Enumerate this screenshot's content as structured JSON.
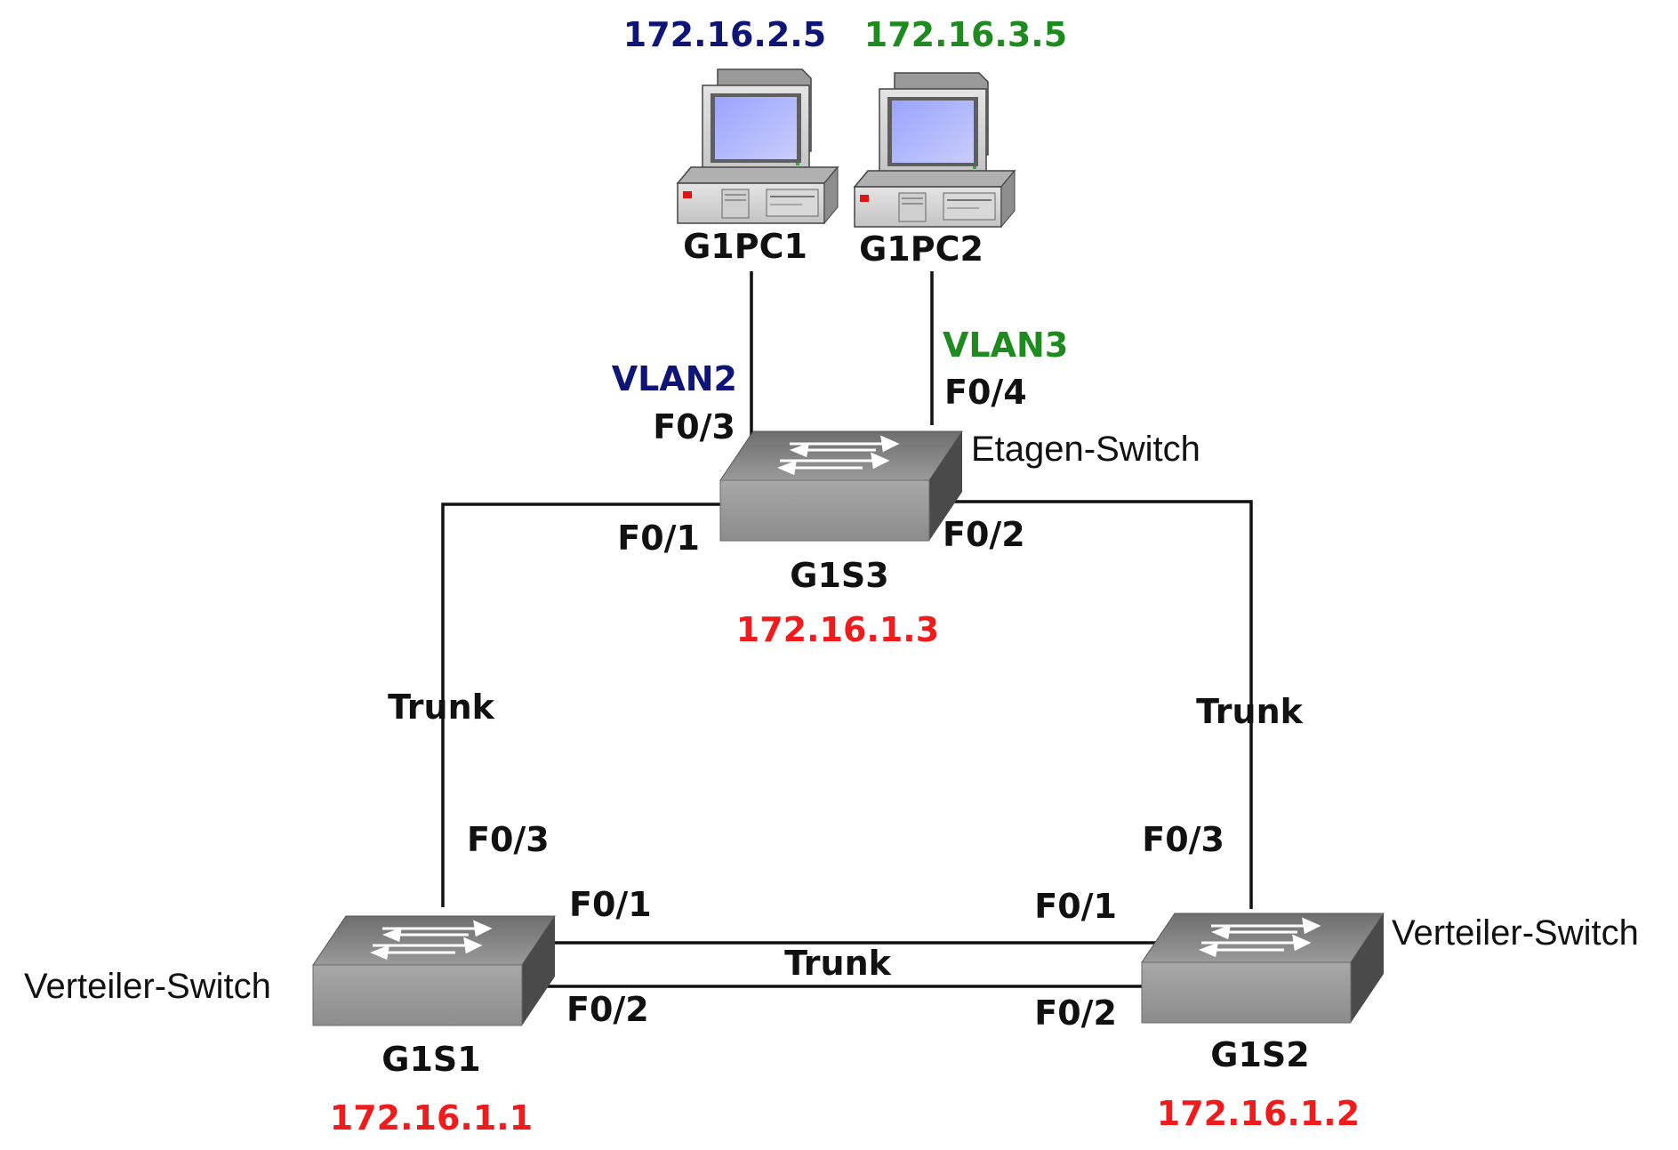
{
  "colors": {
    "vlan2": "#0f1577",
    "vlan3": "#1f8a1f",
    "switch_ip": "#ee1c1c",
    "label": "#111111",
    "line": "#111111"
  },
  "pcs": {
    "pc1": {
      "ip": "172.16.2.5",
      "name": "G1PC1",
      "vlan": "VLAN2",
      "port": "F0/3"
    },
    "pc2": {
      "ip": "172.16.3.5",
      "name": "G1PC2",
      "vlan": "VLAN3",
      "port": "F0/4"
    }
  },
  "switches": {
    "s3": {
      "name": "G1S3",
      "ip": "172.16.1.3",
      "role": "Etagen-Switch",
      "port_left": "F0/1",
      "port_right": "F0/2"
    },
    "s1": {
      "name": "G1S1",
      "ip": "172.16.1.1",
      "role": "Verteiler-Switch",
      "port_up": "F0/3",
      "port_a": "F0/1",
      "port_b": "F0/2"
    },
    "s2": {
      "name": "G1S2",
      "ip": "172.16.1.2",
      "role": "Verteiler-Switch",
      "port_up": "F0/3",
      "port_a": "F0/1",
      "port_b": "F0/2"
    }
  },
  "links": {
    "left_trunk": "Trunk",
    "right_trunk": "Trunk",
    "bottom_trunk": "Trunk"
  }
}
